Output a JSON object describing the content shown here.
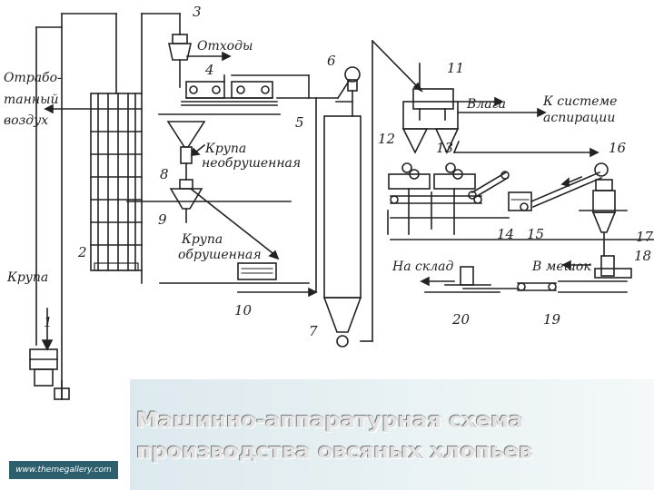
{
  "title": {
    "line1": "Машинно-аппаратурная схема",
    "line2": "производства овсяных хлопьев"
  },
  "watermark": "www.themegallery.com",
  "labels": {
    "waste": "Отходы",
    "spent_air_1": "Отрабо-",
    "spent_air_2": "танный",
    "spent_air_3": "воздух",
    "moisture": "Влага",
    "aspiration_1": "К системе",
    "aspiration_2": "аспирации",
    "groats_unhulled_1": "Крупа",
    "groats_unhulled_2": "необрушенная",
    "groats_hulled_1": "Крупа",
    "groats_hulled_2": "обрушенная",
    "groats": "Крупа",
    "to_warehouse": "На склад",
    "to_bag": "В мешок"
  },
  "numbers": [
    "1",
    "2",
    "3",
    "4",
    "5",
    "6",
    "7",
    "8",
    "9",
    "10",
    "11",
    "12",
    "13",
    "14",
    "15",
    "16",
    "17",
    "18",
    "19",
    "20"
  ],
  "colors": {
    "ink": "#222222",
    "caption_bg": "#e6f0f2",
    "badge": "#2e5f6c"
  }
}
